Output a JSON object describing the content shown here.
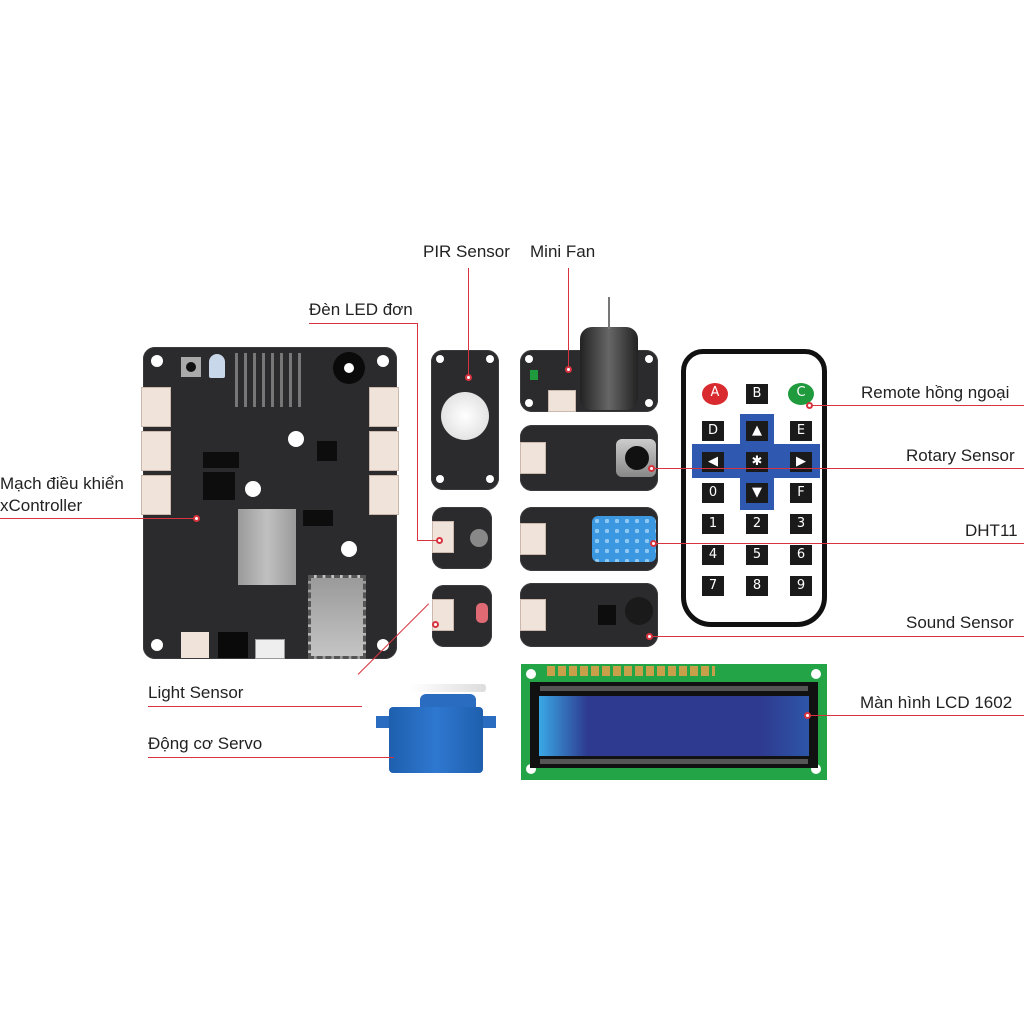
{
  "labels": {
    "controller_line1": "Mạch điều khiển",
    "controller_line2": "xController",
    "pir": "PIR Sensor",
    "fan": "Mini Fan",
    "led": "Đèn LED đơn",
    "remote": "Remote hồng ngoại",
    "rotary": "Rotary Sensor",
    "dht": "DHT11",
    "sound": "Sound Sensor",
    "light": "Light Sensor",
    "servo": "Động cơ Servo",
    "lcd": "Màn hình LCD 1602"
  },
  "remote": {
    "keys": [
      "A",
      "B",
      "C",
      "D",
      "E",
      "0",
      "F",
      "1",
      "2",
      "3",
      "4",
      "5",
      "6",
      "7",
      "8",
      "9"
    ],
    "arrows": {
      "up": "▲",
      "down": "▼",
      "left": "◀",
      "right": "▶",
      "center": "✱"
    }
  },
  "colors": {
    "callout": "#d9333f",
    "board": "#2b2b2d",
    "lcd_blue": "#2e3a8f",
    "lcd_green": "#23a446",
    "servo_blue": "#1f63b6",
    "key_red": "#d92a2f",
    "key_green": "#1f9a3c"
  }
}
